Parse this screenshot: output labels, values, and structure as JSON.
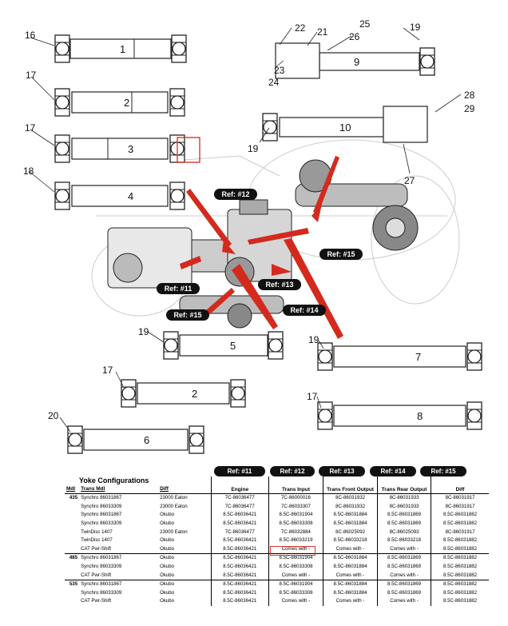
{
  "callouts": [
    "16",
    "22",
    "21",
    "25",
    "26",
    "19",
    "23",
    "24",
    "17",
    "28",
    "29",
    "17",
    "18",
    "27",
    "19",
    "19",
    "17",
    "17",
    "20"
  ],
  "shafts": [
    "1",
    "9",
    "2",
    "10",
    "3",
    "4",
    "5",
    "7",
    "2",
    "8",
    "6"
  ],
  "refs": [
    "Ref: #12",
    "Ref: #11",
    "Ref: #15",
    "Ref: #13",
    "Ref: #15",
    "Ref: #14"
  ],
  "ref_headers": [
    "Ref: #11",
    "Ref: #12",
    "Ref: #13",
    "Ref: #14",
    "Ref: #15"
  ],
  "table": {
    "title": "Yoke Configurations",
    "col_mdl": "Mdl",
    "col_trans": "Trans Mdl",
    "col_diff": "Diff",
    "col_engine": "Engine",
    "col_trans_input": "Trans Input",
    "col_trans_front": "Trans Front Output",
    "col_trans_rear": "Trans Rear Output",
    "col_diff2": "Diff",
    "rows": [
      [
        "435",
        "Synchro 86031867",
        "23000 Eaton",
        "7C-86036477",
        "7C-86000016",
        "8C-86031932",
        "8C-86031933",
        "8C-86031917"
      ],
      [
        "",
        "Synchro 86033309",
        "23000 Eaton",
        "7C-86036477",
        "7C-86033307",
        "8C-86031932",
        "8C-86031933",
        "8C-86031917"
      ],
      [
        "",
        "Synchro 86031867",
        "Okubo",
        "8.5C-86036421",
        "8.5C-86031904",
        "8.5C-86031884",
        "8.5C-86031869",
        "8.5C-86031882"
      ],
      [
        "",
        "Synchro 86033309",
        "Okubo",
        "8.5C-86036421",
        "8.5C-86033308",
        "8.5C-86031884",
        "8.5C-86031869",
        "8.5C-86031882"
      ],
      [
        "",
        "TwinDisc 1407",
        "23000 Eaton",
        "7C-86036477",
        "7C-86032884",
        "8C-86025092",
        "8C-86025093",
        "8C-86031917"
      ],
      [
        "",
        "TwinDisc 1407",
        "Okubo",
        "8.5C-86036421",
        "8.5C-86033219",
        "8.5C-86033218",
        "8.5C-86033218",
        "8.5C-86031882"
      ],
      [
        "",
        "CAT Pwr-Shift",
        "Okubo",
        "8.5C-86036421",
        "Comes with -",
        "Comes with -",
        "Comes with -",
        "8.5C-86031882"
      ],
      [
        "485",
        "Synchro 86031867",
        "Okubo",
        "8.5C-86036421",
        "8.5C-86031904",
        "8.5C-86031884",
        "8.5C-86031869",
        "8.5C-86031882"
      ],
      [
        "",
        "Synchro 86033309",
        "Okubo",
        "8.5C-86036421",
        "8.5C-86033308",
        "8.5C-86031884",
        "8.5C-86031869",
        "8.5C-86031882"
      ],
      [
        "",
        "CAT Pwr-Shift",
        "Okubo",
        "8.5C-86036421",
        "Comes with -",
        "Comes with -",
        "Comes with -",
        "8.5C-86031882"
      ],
      [
        "535",
        "Synchro 86031867",
        "Okubo",
        "8.5C-86036421",
        "8.5C-86031904",
        "8.5C-86031884",
        "8.5C-86031869",
        "8.5C-86031882"
      ],
      [
        "",
        "Synchro 86033309",
        "Okubo",
        "8.5C-86036421",
        "8.5C-86033308",
        "8.5C-86031884",
        "8.5C-86031869",
        "8.5C-86031882"
      ],
      [
        "",
        "CAT Pwr-Shift",
        "Okubo",
        "8.5C-86036421",
        "Comes with -",
        "Comes with -",
        "Comes with -",
        "8.5C-86031882"
      ]
    ]
  },
  "colors": {
    "accent_red": "#d42a1e",
    "line": "#222",
    "pill": "#111"
  }
}
